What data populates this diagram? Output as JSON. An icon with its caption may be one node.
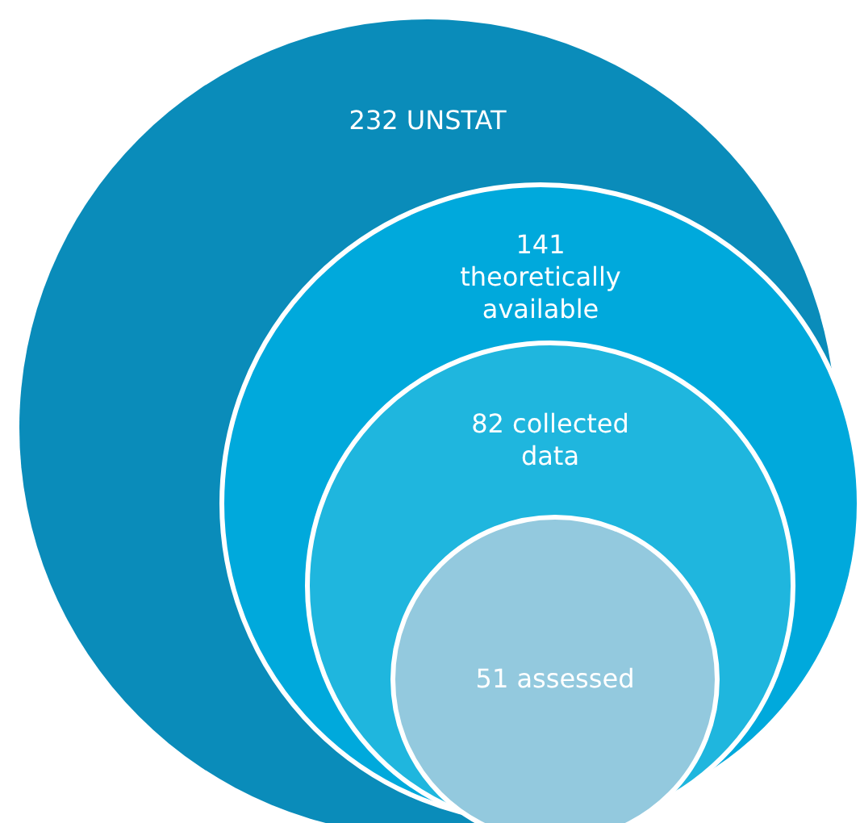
{
  "diagram": {
    "nodes": [
      {
        "text": [
          "232 UNSTAT"
        ]
      },
      {
        "text": [
          "141 theoretically available"
        ],
        "in": 0
      },
      {
        "text": [
          "82 collected data"
        ],
        "in": 1
      },
      {
        "text": [
          "51 assessed"
        ],
        "in": 2
      }
    ]
  }
}
